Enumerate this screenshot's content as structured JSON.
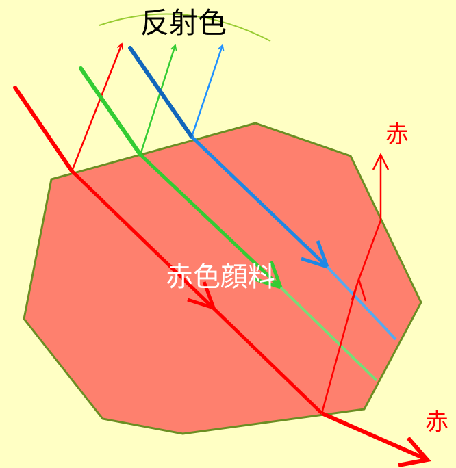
{
  "labels": {
    "title": "反射色",
    "pigment": "赤色顔料",
    "exit_top": "赤",
    "exit_right": "赤"
  },
  "colors": {
    "background": "#ffffc4",
    "pigment_fill": "#fe806e",
    "pigment_edge": "#6b8e23",
    "red": "#ff0000",
    "green": "#33cc33",
    "light_green": "#66dd66",
    "blue": "#1177cc",
    "light_blue": "#3399ee",
    "arc": "#99cc33",
    "title_text": "#000000",
    "pigment_text": "#ffffff",
    "exit_text": "#ff0000"
  }
}
